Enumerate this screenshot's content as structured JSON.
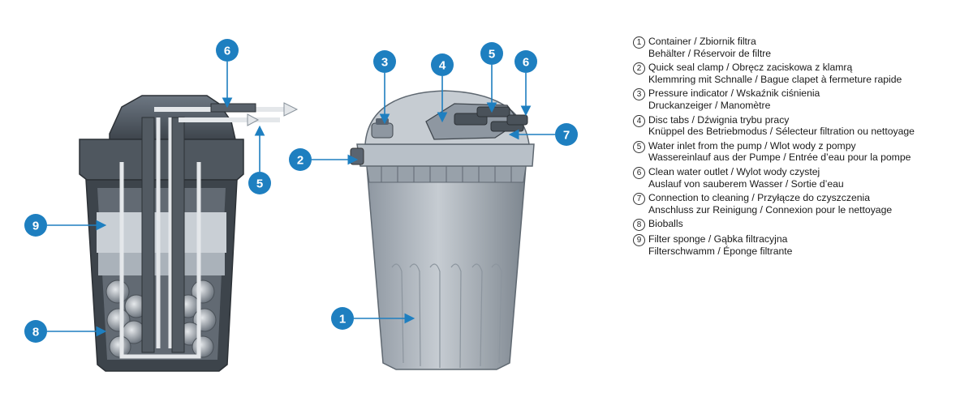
{
  "callouts": {
    "left_6": "6",
    "left_5": "5",
    "left_9": "9",
    "left_8": "8",
    "right_3": "3",
    "right_4": "4",
    "right_5": "5",
    "right_6": "6",
    "right_2": "2",
    "right_7": "7",
    "right_1": "1"
  },
  "legend": [
    {
      "num": "1",
      "line1": "Container / Zbiornik filtra",
      "line2": "Behälter / Réservoir de filtre"
    },
    {
      "num": "2",
      "line1": "Quick seal clamp / Obręcz zaciskowa z klamrą",
      "line2": "Klemmring mit Schnalle / Bague clapet à fermeture rapide"
    },
    {
      "num": "3",
      "line1": "Pressure indicator / Wskaźnik ciśnienia",
      "line2": "Druckanzeiger / Manomètre"
    },
    {
      "num": "4",
      "line1": "Disc tabs / Dźwignia trybu pracy",
      "line2": "Knüppel des Betriebmodus / Sélecteur filtration ou nettoyage"
    },
    {
      "num": "5",
      "line1": "Water inlet from the pump / Wlot wody z pompy",
      "line2": "Wassereinlauf aus der Pumpe / Entrée d’eau pour la pompe"
    },
    {
      "num": "6",
      "line1": "Clean water outlet / Wylot wody czystej",
      "line2": "Auslauf von sauberem Wasser / Sortie d’eau"
    },
    {
      "num": "7",
      "line1": "Connection to cleaning / Przyłącze do czyszczenia",
      "line2": "Anschluss zur Reinigung / Connexion pour le nettoyage"
    },
    {
      "num": "8",
      "line1": "Bioballs",
      "line2": ""
    },
    {
      "num": "9",
      "line1": "Filter sponge / Gąbka filtracyjna",
      "line2": "Filterschwamm / Éponge filtrante"
    }
  ],
  "colors": {
    "callout": "#1e7fc0",
    "body_dark": "#5a6470",
    "body_light": "#a9b1ba",
    "arrow": "#1e7fc0"
  }
}
